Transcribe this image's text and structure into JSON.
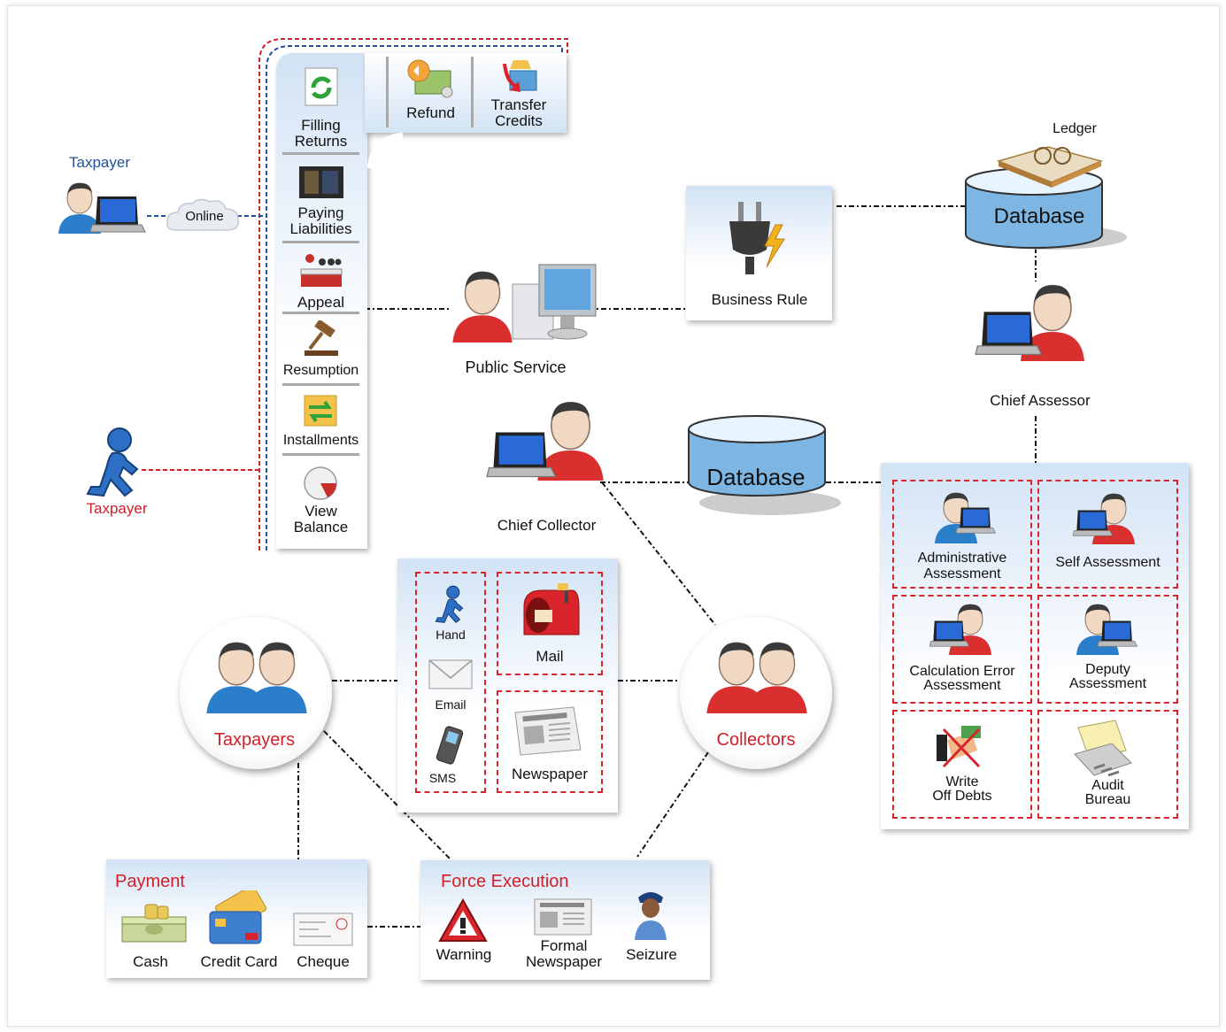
{
  "taxpayer_online": {
    "title": "Taxpayer",
    "channel": "Online"
  },
  "taxpayer_offline": {
    "title": "Taxpayer"
  },
  "services": {
    "filling": [
      "Filling",
      "Returns"
    ],
    "paying": [
      "Paying",
      "Liabilities"
    ],
    "appeal": "Appeal",
    "resumption": "Resumption",
    "installments": "Installments",
    "view": [
      "View",
      "Balance"
    ],
    "refund": "Refund",
    "transfer": [
      "Transfer",
      "Credits"
    ]
  },
  "public_service": "Public Service",
  "business_rule": "Business Rule",
  "ledger": "Ledger",
  "database_top": "Database",
  "chief_assessor": "Chief Assessor",
  "database_mid": "Database",
  "chief_collector": "Chief Collector",
  "assessments": {
    "administrative": [
      "Administrative",
      "Assessment"
    ],
    "self": "Self Assessment",
    "calculation": [
      "Calculation Error",
      "Assessment"
    ],
    "deputy": [
      "Deputy",
      "Assessment"
    ],
    "write_off": [
      "Write",
      "Off Debts"
    ],
    "audit": [
      "Audit",
      "Bureau"
    ]
  },
  "notices": {
    "hand": "Hand",
    "email": "Email",
    "sms": "SMS",
    "mail": "Mail",
    "newspaper": "Newspaper"
  },
  "taxpayers": "Taxpayers",
  "collectors": "Collectors",
  "payment": {
    "title": "Payment",
    "cash": "Cash",
    "credit_card": "Credit Card",
    "cheque": "Cheque"
  },
  "force_execution": {
    "title": "Force Execution",
    "warning": "Warning",
    "formal_newspaper": [
      "Formal",
      "Newspaper"
    ],
    "seizure": "Seizure"
  },
  "colors": {
    "red": "#d0202a",
    "blue": "#1f4f9e",
    "panel": "#d2e3f5"
  }
}
